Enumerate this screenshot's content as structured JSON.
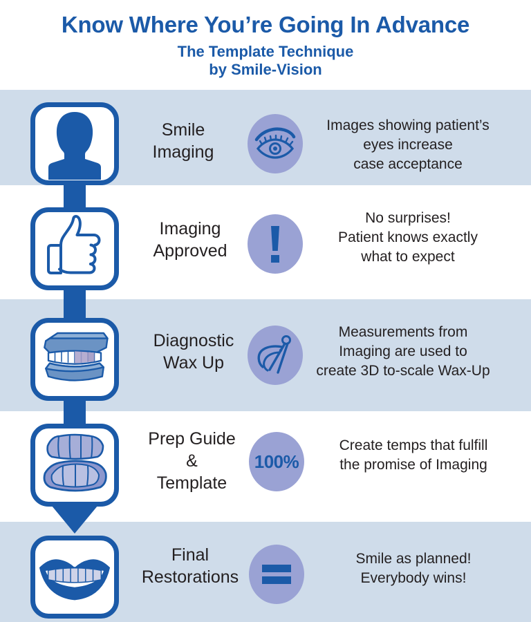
{
  "header": {
    "title": "Know Where You’re Going In Advance",
    "subtitle_line1": "The Template Technique",
    "subtitle_line2": "by Smile-Vision"
  },
  "colors": {
    "brand_blue": "#1b5aa8",
    "band_blue": "#cfdcea",
    "band_white": "#ffffff",
    "circle_periwinkle": "#9aa2d4",
    "body_text": "#231f20"
  },
  "steps": [
    {
      "id": "smile-imaging",
      "icon": "person-silhouette-icon",
      "label_lines": [
        "Smile",
        "Imaging"
      ],
      "benefit_icon": "eye-icon",
      "benefit_value": "",
      "benefit_lines": [
        "Images showing patient’s",
        "eyes increase",
        "case acceptance"
      ]
    },
    {
      "id": "imaging-approved",
      "icon": "thumbs-up-icon",
      "label_lines": [
        "Imaging",
        "Approved"
      ],
      "benefit_icon": "exclamation-icon",
      "benefit_value": "",
      "benefit_lines": [
        "No surprises!",
        "Patient knows exactly",
        "what to expect"
      ]
    },
    {
      "id": "diagnostic-wax-up",
      "icon": "dental-model-icon",
      "label_lines": [
        "Diagnostic",
        "Wax Up"
      ],
      "benefit_icon": "calipers-icon",
      "benefit_value": "",
      "benefit_lines": [
        "Measurements from",
        "Imaging are used to",
        "create 3D to-scale Wax-Up"
      ]
    },
    {
      "id": "prep-guide-template",
      "icon": "prep-guide-icon",
      "label_lines": [
        "Prep Guide",
        "&",
        "Template"
      ],
      "benefit_icon": "percent-badge-icon",
      "benefit_value": "100%",
      "benefit_lines": [
        "Create temps that fulfill",
        "the promise of Imaging"
      ]
    },
    {
      "id": "final-restorations",
      "icon": "smiling-mouth-icon",
      "label_lines": [
        "Final",
        "Restorations"
      ],
      "benefit_icon": "equals-icon",
      "benefit_value": "",
      "benefit_lines": [
        "Smile as planned!",
        "Everybody wins!"
      ]
    }
  ]
}
